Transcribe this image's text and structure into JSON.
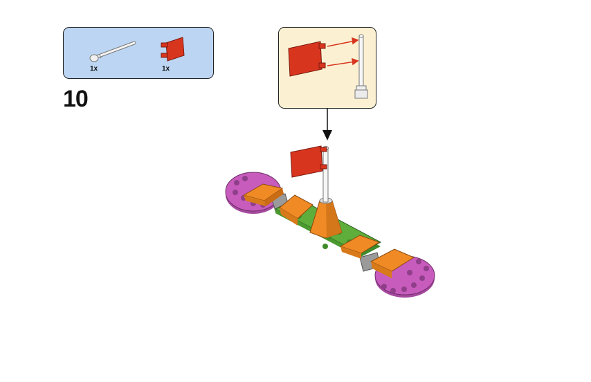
{
  "step": {
    "number": "10"
  },
  "parts_list": [
    {
      "name": "antenna-bar",
      "quantity": "1x"
    },
    {
      "name": "flag",
      "quantity": "1x"
    }
  ],
  "colors": {
    "parts_box_bg": "#bcd5f2",
    "callout_bg": "#fbf1d2",
    "flag_red": "#d8351f",
    "plate_purple": "#c75cbd",
    "tile_orange": "#f08a24",
    "plate_green": "#5fae3b",
    "gray": "#9a9a9a"
  }
}
